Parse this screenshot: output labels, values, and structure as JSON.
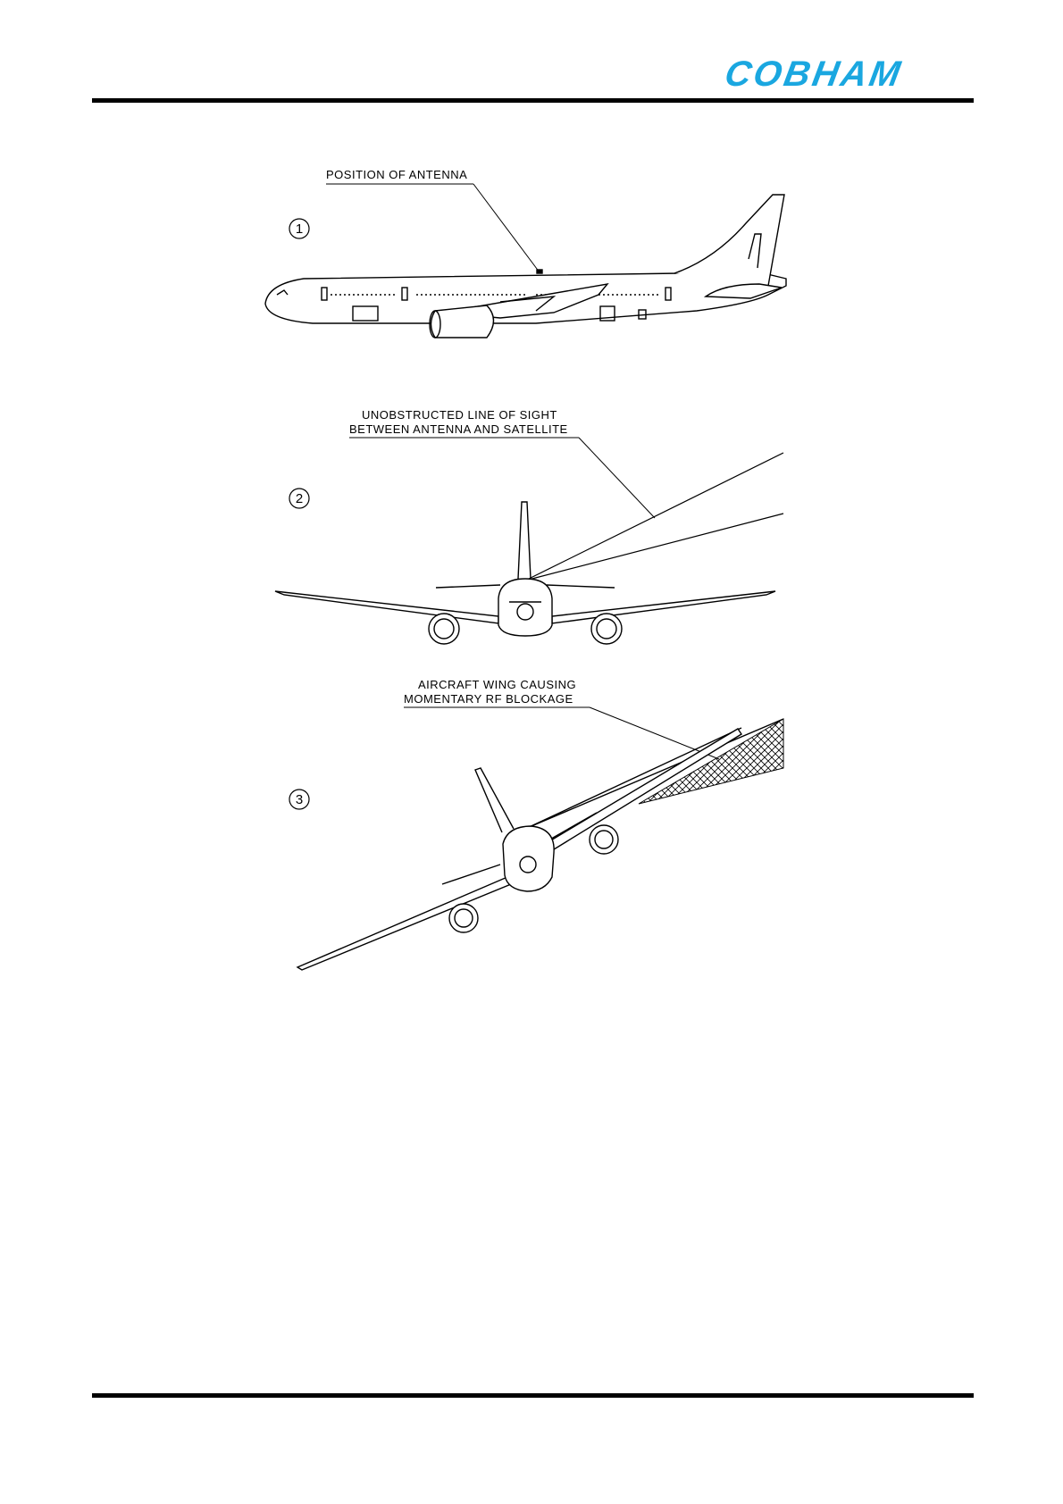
{
  "header": {
    "logo_text": "COBHAM",
    "brand_color": "#1aa7e0"
  },
  "figure": {
    "panel1": {
      "number": "1",
      "label": "POSITION OF ANTENNA"
    },
    "panel2": {
      "number": "2",
      "label_line1": "UNOBSTRUCTED LINE OF SIGHT",
      "label_line2": "BETWEEN ANTENNA AND SATELLITE"
    },
    "panel3": {
      "number": "3",
      "label_line1": "AIRCRAFT WING CAUSING",
      "label_line2": "MOMENTARY RF BLOCKAGE"
    }
  }
}
